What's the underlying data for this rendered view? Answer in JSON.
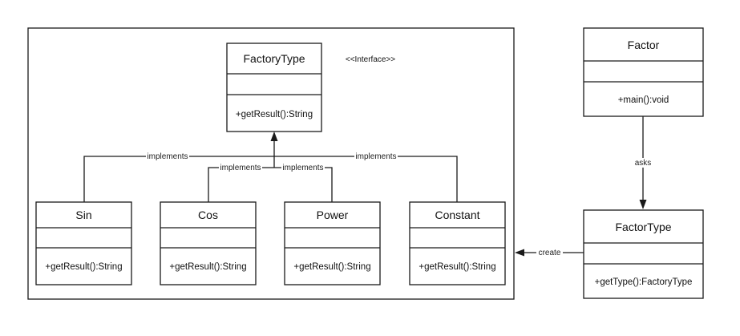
{
  "interface_box": {
    "title": "FactoryType",
    "attributes": "",
    "method": "+getResult():String",
    "stereotype": "<<Interface>>"
  },
  "implementations": [
    {
      "title": "Sin",
      "attributes": "",
      "method": "+getResult():String"
    },
    {
      "title": "Cos",
      "attributes": "",
      "method": "+getResult():String"
    },
    {
      "title": "Power",
      "attributes": "",
      "method": "+getResult():String"
    },
    {
      "title": "Constant",
      "attributes": "",
      "method": "+getResult():String"
    }
  ],
  "factor_box": {
    "title": "Factor",
    "attributes": "",
    "method": "+main():void"
  },
  "factor_type_box": {
    "title": "FactorType",
    "attributes": "",
    "method": "+getType():FactoryType"
  },
  "relations": {
    "implements_sin": "implements",
    "implements_cos": "implements",
    "implements_power": "implements",
    "implements_constant": "implements",
    "asks": "asks",
    "create": "create"
  }
}
